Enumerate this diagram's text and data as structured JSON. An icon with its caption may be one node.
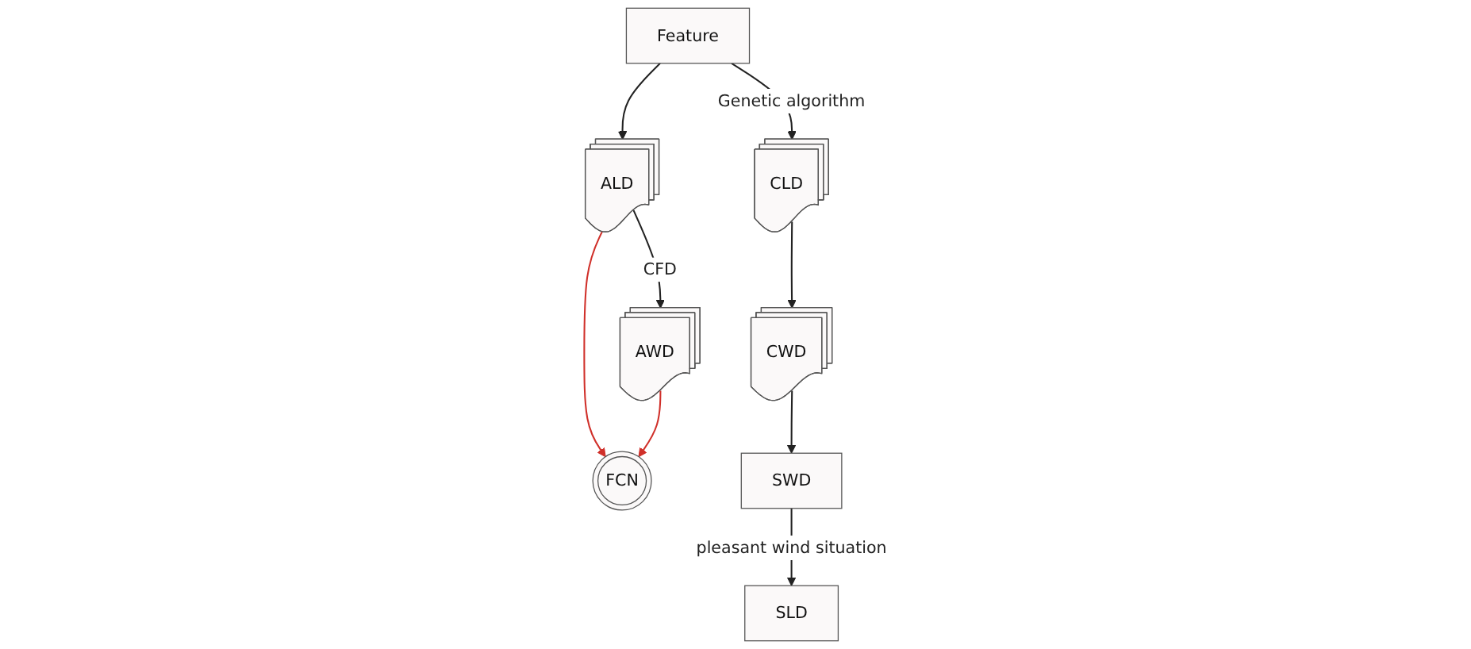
{
  "diagram": {
    "nodes": [
      {
        "text": [
          "Feature"
        ]
      },
      {
        "text": [
          "ALD"
        ]
      },
      {
        "text": [
          "CLD"
        ]
      },
      {
        "text": [
          "FCN"
        ]
      },
      {
        "text": [
          "SLD"
        ]
      },
      {
        "text": [
          "AWD"
        ]
      },
      {
        "text": [
          "CWD"
        ]
      },
      {
        "text": [
          "SWD"
        ]
      }
    ],
    "edges": [
      {
        "from": 0,
        "to": 1,
        "arrow": "to"
      },
      {
        "from": 0,
        "to": 2,
        "arrow": "to",
        "label": "Genetic algorithm"
      },
      {
        "from": 1,
        "to": 5,
        "arrow": "to",
        "label": "CFD"
      },
      {
        "from": 1,
        "to": 3,
        "arrow": "to",
        "color": "#d0302a"
      },
      {
        "from": 5,
        "to": 3,
        "arrow": "to",
        "color": "#d0302a"
      },
      {
        "from": 2,
        "to": 6,
        "arrow": "to"
      },
      {
        "from": 6,
        "to": 7,
        "arrow": "to"
      },
      {
        "from": 7,
        "to": 4,
        "arrow": "to",
        "label": "pleasant wind situation"
      }
    ]
  }
}
